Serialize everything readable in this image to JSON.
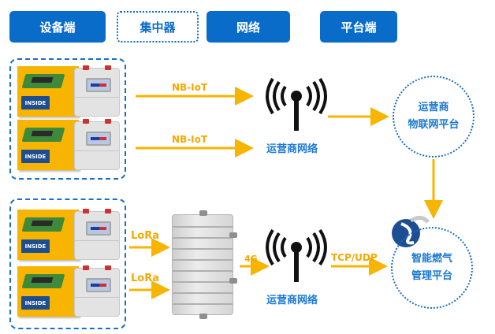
{
  "headers": [
    {
      "label": "设备端",
      "style": "solid"
    },
    {
      "label": "集中器",
      "style": "dotted"
    },
    {
      "label": "网络",
      "style": "solid"
    },
    {
      "label": "平台端",
      "style": "solid"
    }
  ],
  "top_group": {
    "meters": [
      {
        "badge": "INSIDE",
        "link_label": "NB-IoT"
      },
      {
        "badge": "INSIDE",
        "link_label": "NB-IoT"
      }
    ],
    "network_label": "运营商网络",
    "platform": {
      "line1": "运营商",
      "line2": "物联网平台"
    }
  },
  "bottom_group": {
    "meters": [
      {
        "badge": "INSIDE",
        "link_label": "LoRa"
      },
      {
        "badge": "INSIDE",
        "link_label": "LoRa"
      }
    ],
    "gateway_link_label": "4G",
    "network_label": "运营商网络",
    "network_link_label": "TCP/UDP",
    "platform": {
      "line1": "智能燃气",
      "line2": "管理平台"
    }
  },
  "colors": {
    "primary_blue": "#0a6cc9",
    "text_blue": "#1a78d2",
    "arrow_orange": "#f7b400",
    "label_orange": "#f5a800"
  }
}
